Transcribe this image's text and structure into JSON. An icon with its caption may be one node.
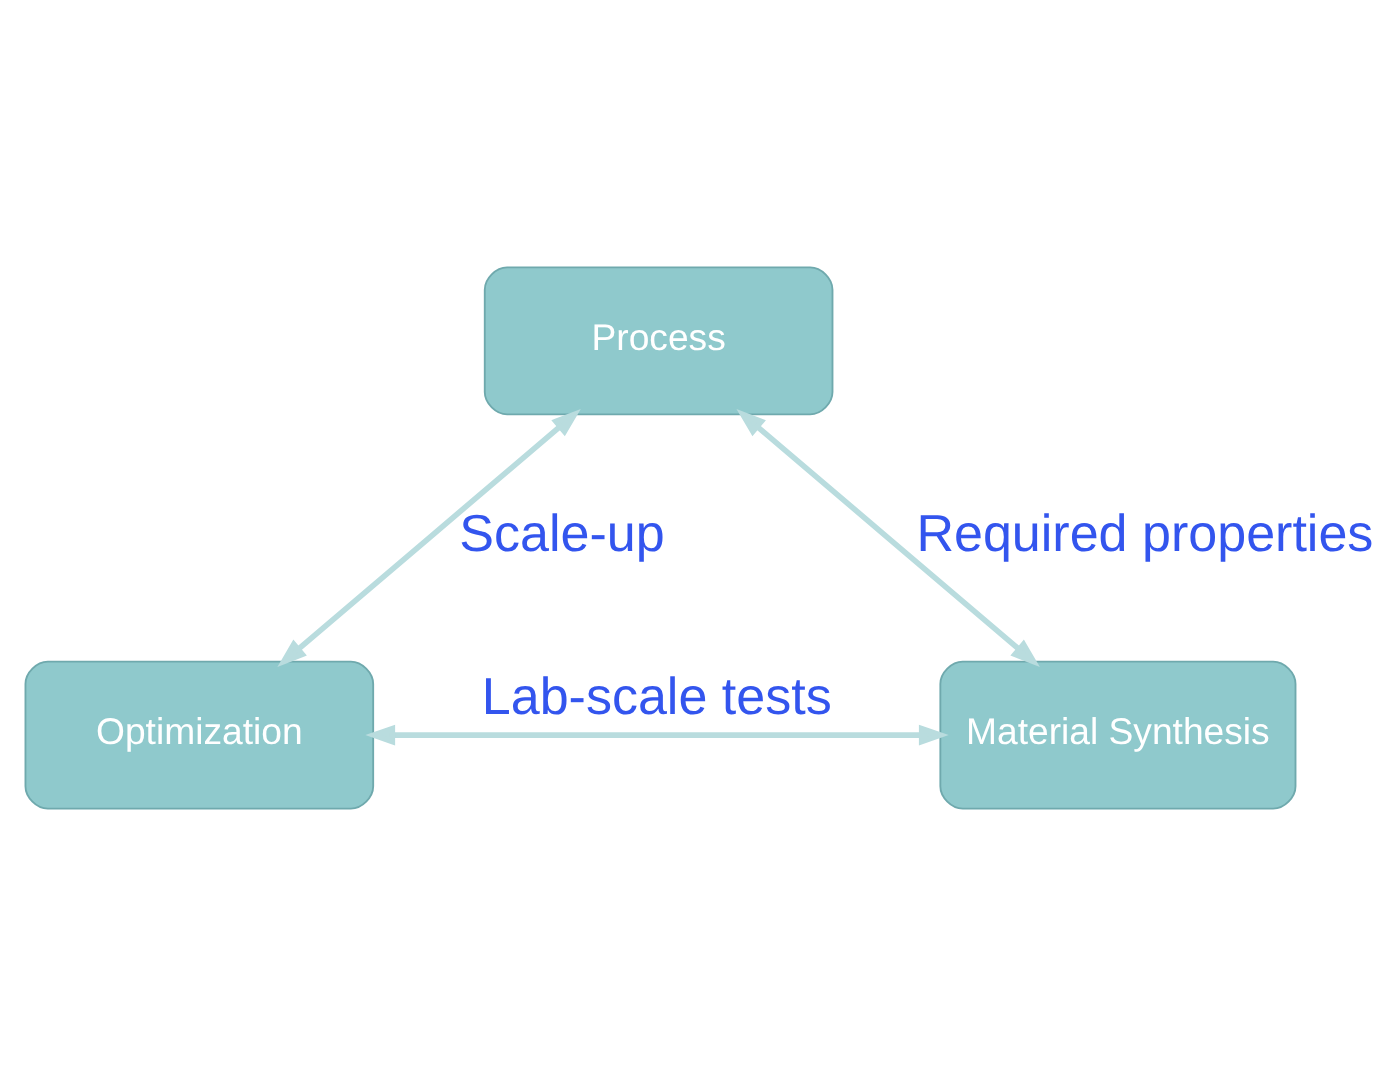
{
  "diagram": {
    "nodes": [
      {
        "text": [
          "Process"
        ]
      },
      {
        "text": [
          "Optimization"
        ]
      },
      {
        "text": [
          "Material Synthesis"
        ]
      }
    ],
    "edges": [
      {
        "from": 0,
        "to": 1,
        "arrow": "both",
        "label": "Scale-up"
      },
      {
        "from": 0,
        "to": 2,
        "arrow": "both",
        "label": "Required properties"
      },
      {
        "from": 1,
        "to": 2,
        "arrow": "both",
        "label": "Lab-scale tests"
      }
    ]
  }
}
